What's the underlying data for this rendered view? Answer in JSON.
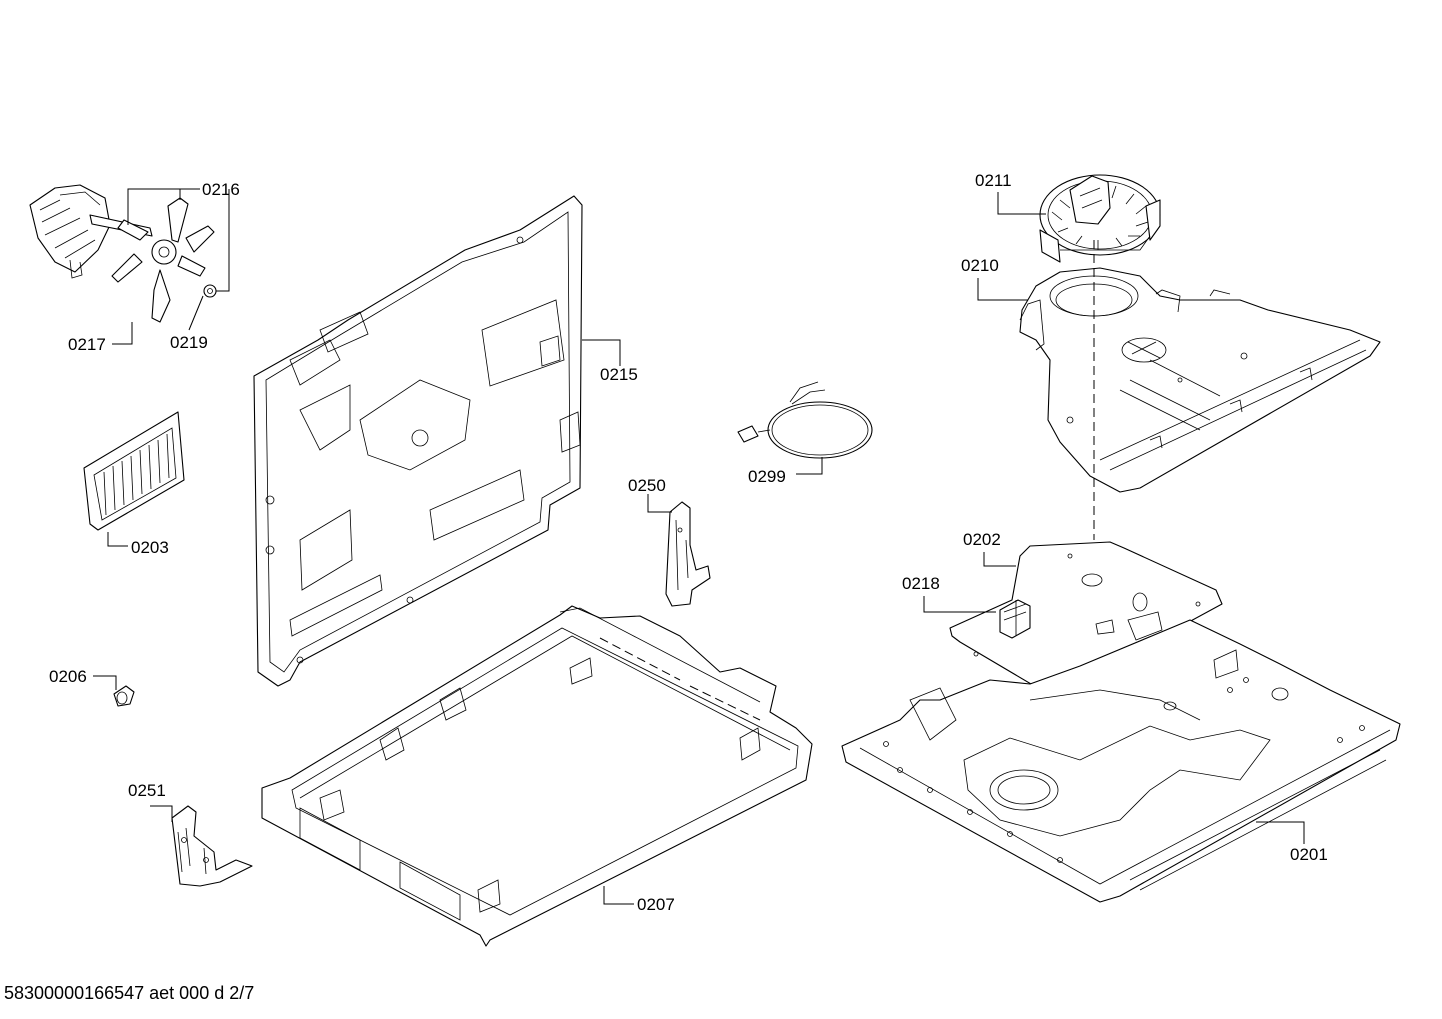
{
  "labels": {
    "p0216": "0216",
    "p0217": "0217",
    "p0219": "0219",
    "p0203": "0203",
    "p0206": "0206",
    "p0251": "0251",
    "p0215": "0215",
    "p0250": "0250",
    "p0299": "0299",
    "p0207": "0207",
    "p0211": "0211",
    "p0210": "0210",
    "p0202": "0202",
    "p0218": "0218",
    "p0201": "0201"
  },
  "footer": "58300000166547 aet 000 d 2/7"
}
